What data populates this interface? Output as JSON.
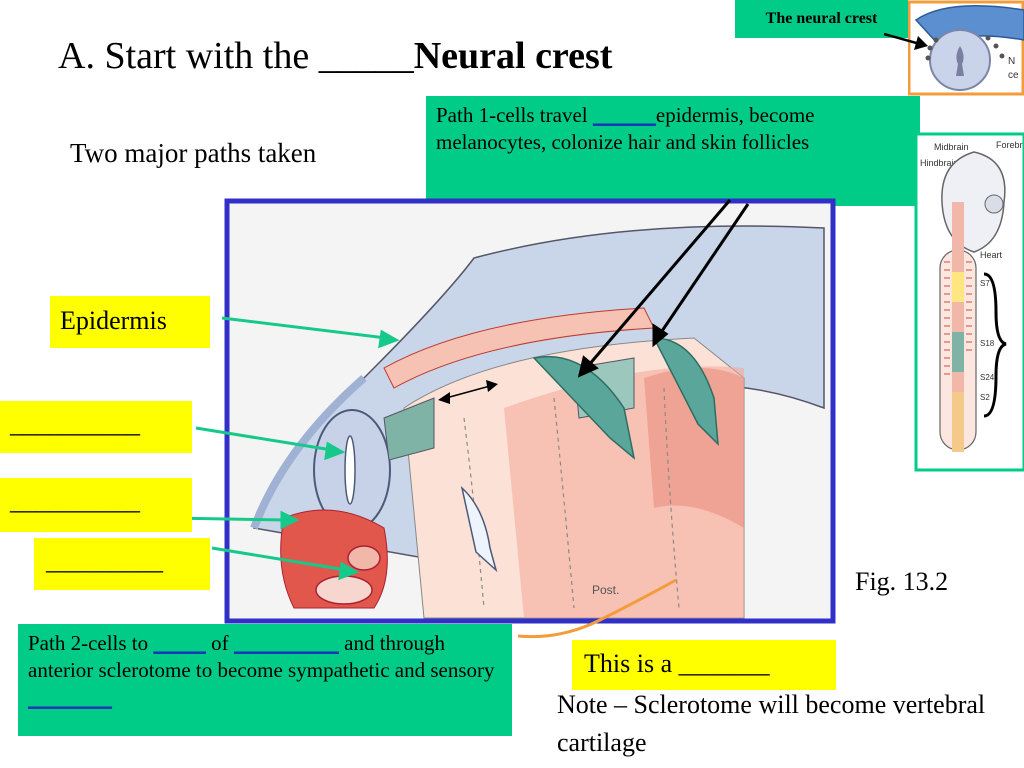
{
  "title": {
    "prefix": "A. Start with the _____",
    "bold": "Neural crest"
  },
  "subtitle": "Two major paths taken",
  "path1": {
    "text": "Path 1-cells travel ",
    "blank": "______",
    "rest": "epidermis, become melanocytes, colonize hair and skin follicles"
  },
  "path2": {
    "t1": "Path 2-cells to ",
    "b1": "_____",
    "t2": " of ",
    "b2": "__________",
    "t3": " and through anterior sclerotome to become sympathetic and sensory ",
    "b3": "________"
  },
  "labels": {
    "epidermis": "Epidermis",
    "blank1": "__________",
    "blank2": "__________",
    "blank3": "_________"
  },
  "this_is_a": "This is a _______",
  "fig_label": "Fig. 13.2",
  "note": "Note – Sclerotome will become vertebral cartilage",
  "neural_crest_tag": "The neural crest",
  "thumbnail_labels": {
    "midbrain": "Midbrain",
    "forebrain": "Forebr",
    "hindbrain": "Hindbrain",
    "heart": "Heart",
    "s7": "S7",
    "s18": "S18",
    "s24": "S24",
    "s2": "S2",
    "n": "N",
    "ce": "ce"
  },
  "diagram_labels": {
    "post": "Post."
  },
  "colors": {
    "green_box": "#00cc88",
    "yellow_box": "#ffff00",
    "diagram_border": "#3030c8",
    "orange_border": "#f39c3c",
    "arrow_green": "#16c98b"
  }
}
